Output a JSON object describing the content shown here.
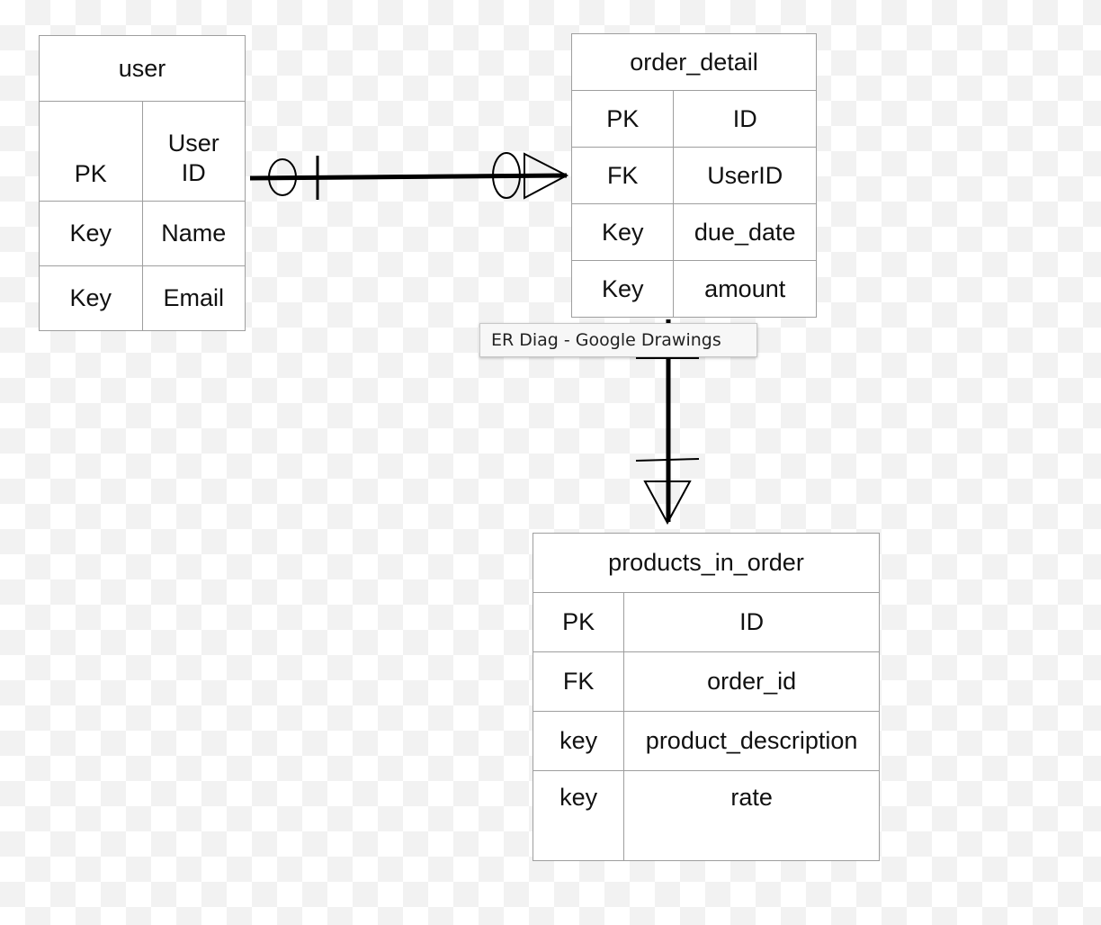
{
  "tooltip": "ER Diag - Google Drawings",
  "tables": {
    "user": {
      "title": "user",
      "rows": [
        {
          "key": "PK",
          "field": "User\nID"
        },
        {
          "key": "Key",
          "field": "Name"
        },
        {
          "key": "Key",
          "field": "Email"
        }
      ]
    },
    "order_detail": {
      "title": "order_detail",
      "rows": [
        {
          "key": "PK",
          "field": "ID"
        },
        {
          "key": "FK",
          "field": "UserID"
        },
        {
          "key": "Key",
          "field": "due_date"
        },
        {
          "key": "Key",
          "field": "amount"
        }
      ]
    },
    "products_in_order": {
      "title": "products_in_order",
      "rows": [
        {
          "key": "PK",
          "field": "ID"
        },
        {
          "key": "FK",
          "field": "order_id"
        },
        {
          "key": "key",
          "field": "product_description"
        },
        {
          "key": "key",
          "field": "rate"
        }
      ]
    }
  },
  "relationships": [
    {
      "from": "user",
      "to": "order_detail",
      "from_notation": "zero-or-one",
      "to_notation": "zero-or-many"
    },
    {
      "from": "order_detail",
      "to": "products_in_order",
      "from_notation": "one",
      "to_notation": "one-or-many"
    }
  ],
  "colors": {
    "line": "#000000",
    "border": "#9e9e9e",
    "canvas_check": "#f2f2f2"
  }
}
